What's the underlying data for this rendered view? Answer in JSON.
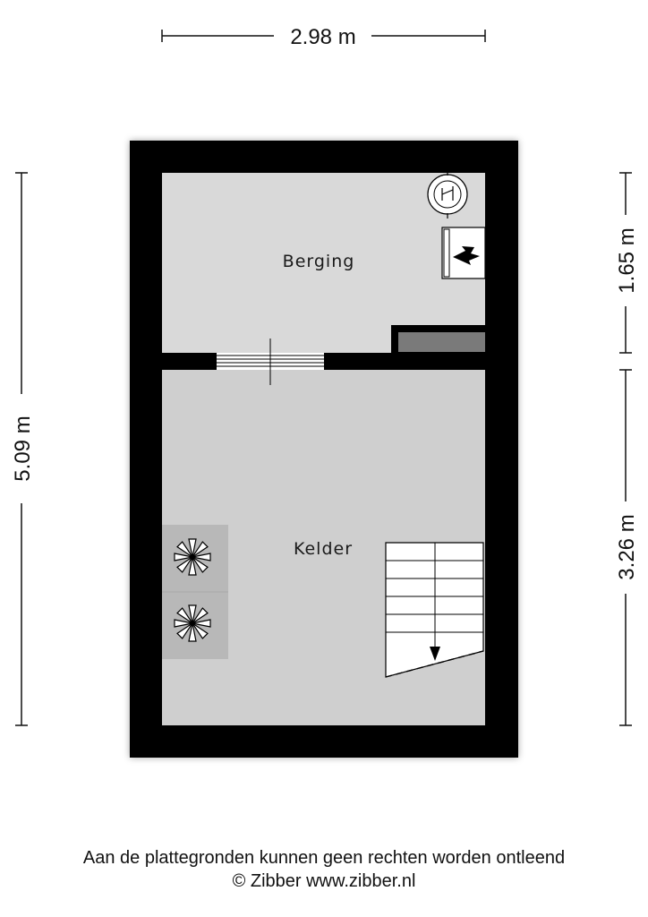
{
  "dimensions": {
    "width_total": "2.98 m",
    "height_total": "5.09 m",
    "height_berging": "1.65 m",
    "height_kelder": "3.26 m"
  },
  "rooms": {
    "berging": "Berging",
    "kelder": "Kelder"
  },
  "footer": {
    "disclaimer": "Aan de plattegronden kunnen geen rechten worden ontleend",
    "copyright": "© Zibber www.zibber.nl"
  },
  "colors": {
    "wall": "#000000",
    "berging_floor": "#d9d9d9",
    "kelder_floor": "#cfcfcf",
    "fixture_fill": "#ffffff",
    "stair_fill": "#ffffff",
    "bench_fill": "#7a7a7a"
  },
  "icons": [
    "boiler-icon",
    "heater-icon",
    "fan-icon",
    "stairs-arrow-icon"
  ]
}
